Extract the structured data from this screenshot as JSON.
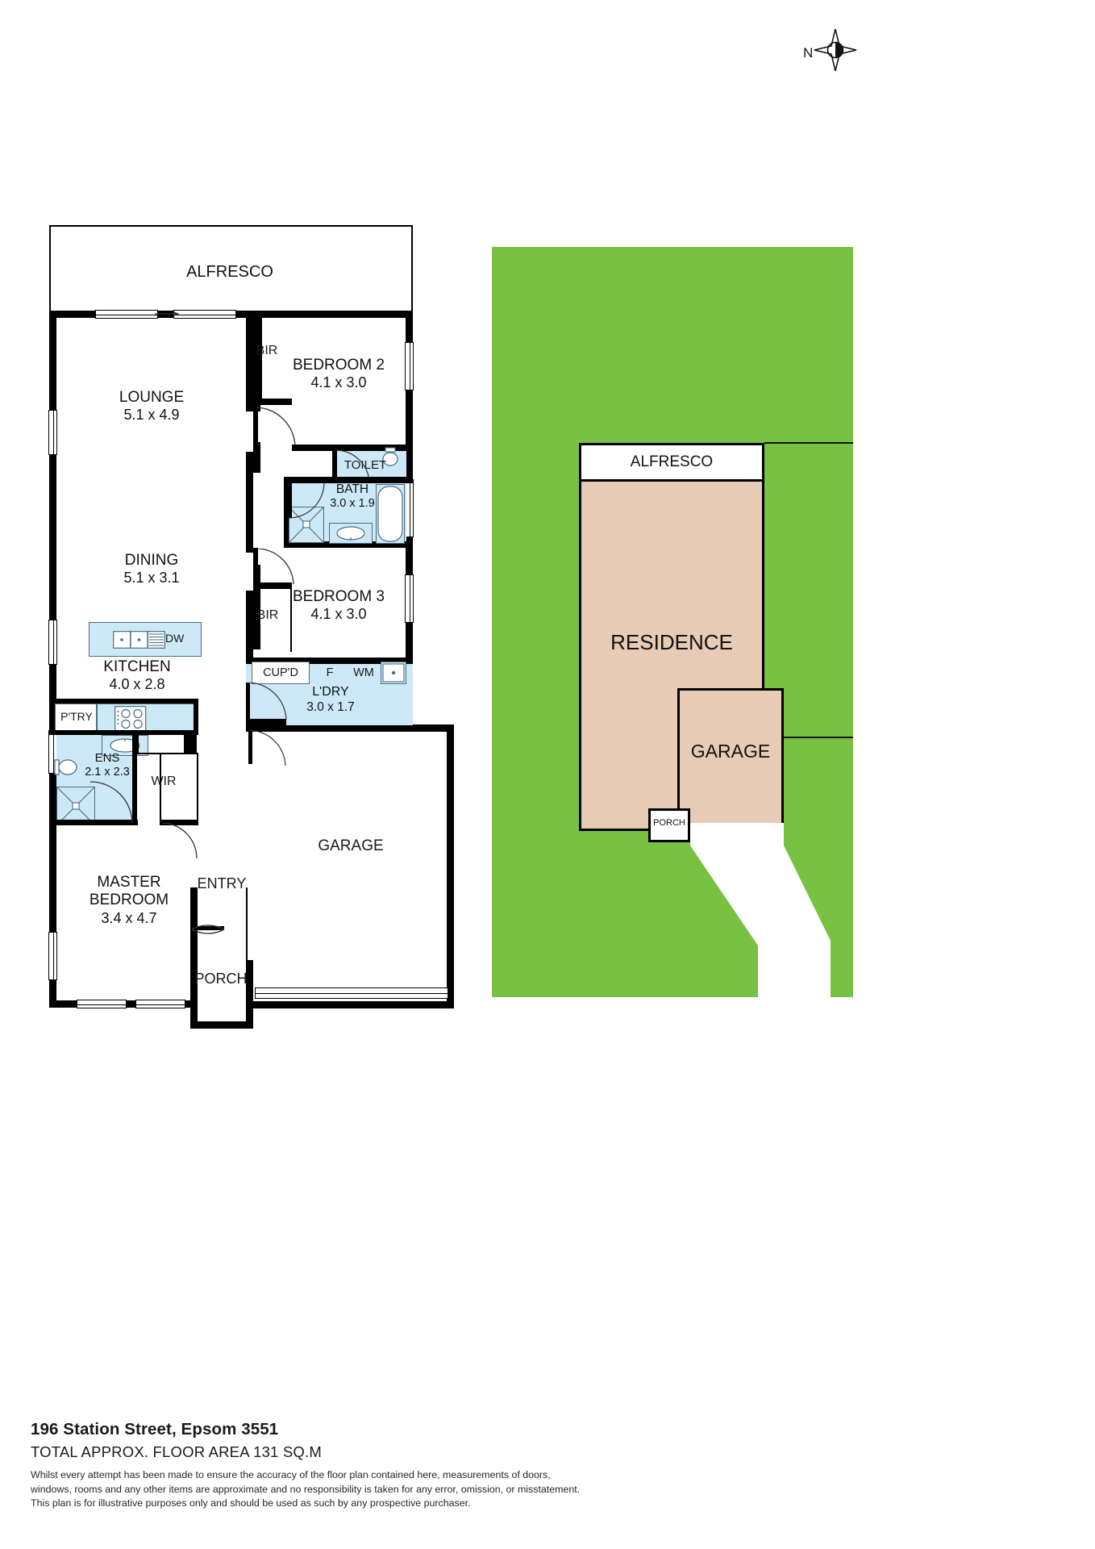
{
  "document": {
    "type": "floor-plan",
    "address": "196 Station Street, Epsom 3551",
    "total_area": "TOTAL APPROX. FLOOR AREA 131 SQ.M",
    "disclaimer": [
      "Whilst every attempt has been made to ensure the accuracy of the floor plan contained here, measurements of doors,",
      "windows, rooms and any other items are approximate and no responsibility is taken for any error, omission, or misstatement.",
      "This plan is for illustrative purposes only and should be used as such by any prospective purchaser."
    ]
  },
  "compass": {
    "label": "N",
    "icon": "compass-north-icon"
  },
  "colors": {
    "wall": "#000000",
    "wet_area": "#cde9f8",
    "grass": "#79c143",
    "residence": "#e7cbb5",
    "paper": "#ffffff"
  },
  "floor_plan": {
    "rooms": [
      {
        "id": "alfresco",
        "name": "ALFRESCO",
        "dims": ""
      },
      {
        "id": "lounge",
        "name": "LOUNGE",
        "dims": "5.1 x 4.9"
      },
      {
        "id": "dining",
        "name": "DINING",
        "dims": "5.1 x 3.1"
      },
      {
        "id": "kitchen",
        "name": "KITCHEN",
        "dims": "4.0 x 2.8"
      },
      {
        "id": "bedroom2",
        "name": "BEDROOM 2",
        "dims": "4.1 x 3.0"
      },
      {
        "id": "bedroom3",
        "name": "BEDROOM 3",
        "dims": "4.1 x 3.0"
      },
      {
        "id": "bath",
        "name": "BATH",
        "dims": "3.0 x 1.9"
      },
      {
        "id": "toilet",
        "name": "TOILET",
        "dims": ""
      },
      {
        "id": "laundry",
        "name": "L'DRY",
        "dims": "3.0 x 1.7"
      },
      {
        "id": "ens",
        "name": "ENS",
        "dims": "2.1 x 2.3"
      },
      {
        "id": "master",
        "name": "MASTER BEDROOM",
        "dims": "3.4 x 4.7"
      },
      {
        "id": "garage",
        "name": "GARAGE",
        "dims": ""
      },
      {
        "id": "entry",
        "name": "ENTRY",
        "dims": ""
      },
      {
        "id": "porch",
        "name": "PORCH",
        "dims": ""
      }
    ],
    "labels": {
      "alfresco": "ALFRESCO",
      "lounge_name": "LOUNGE",
      "lounge_dims": "5.1 x 4.9",
      "dining_name": "DINING",
      "dining_dims": "5.1 x 3.1",
      "kitchen_name": "KITCHEN",
      "kitchen_dims": "4.0 x 2.8",
      "bedroom2_name": "BEDROOM 2",
      "bedroom2_dims": "4.1 x 3.0",
      "bedroom3_name": "BEDROOM 3",
      "bedroom3_dims": "4.1 x 3.0",
      "bath_name": "BATH",
      "bath_dims": "3.0 x 1.9",
      "toilet": "TOILET",
      "laundry_name": "L'DRY",
      "laundry_dims": "3.0 x 1.7",
      "ens_name": "ENS",
      "ens_dims": "2.1 x 2.3",
      "master_line1": "MASTER",
      "master_line2": "BEDROOM",
      "master_dims": "3.4 x 4.7",
      "garage": "GARAGE",
      "entry": "ENTRY",
      "porch": "PORCH",
      "wir": "WIR",
      "bir_top": "BIR",
      "bir_bottom": "BIR",
      "cupboard": "CUP'D",
      "pantry": "P'TRY",
      "dishwasher": "DW",
      "fridge": "F",
      "washing_machine": "WM"
    }
  },
  "site_plan": {
    "residence": "RESIDENCE",
    "alfresco": "ALFRESCO",
    "garage": "GARAGE",
    "porch": "PORCH"
  }
}
